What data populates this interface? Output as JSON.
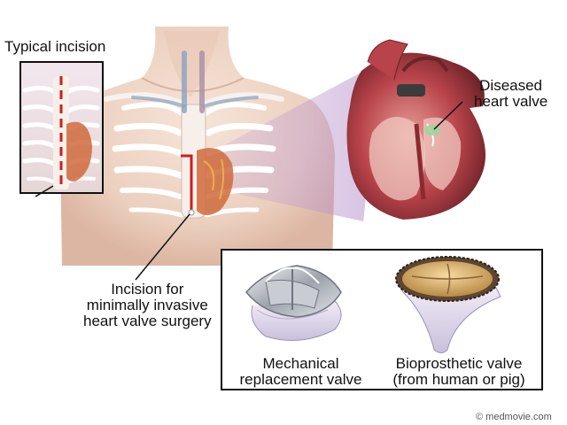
{
  "labels": {
    "typical_incision": "Typical incision",
    "diseased_line1": "Diseased",
    "diseased_line2": "heart valve",
    "incision_line1": "Incision for",
    "incision_line2": "minimally invasive",
    "incision_line3": "heart valve surgery",
    "mechanical_line1": "Mechanical",
    "mechanical_line2": "replacement valve",
    "bio_line1": "Bioprosthetic valve",
    "bio_line2": "(from human or pig)",
    "watermark": "© medmovie.com"
  },
  "colors": {
    "skin": "#efd6c6",
    "skin_shadow": "#d9b3a0",
    "rib": "#ffffff",
    "rib_shadow": "#c9b2a8",
    "incision": "#cc1f1f",
    "heart_red": "#b0323a",
    "heart_dark": "#5a1e24",
    "highlight_purple": "#d9c4e0",
    "frame": "#111111"
  },
  "icons": {
    "mechanical_valve": "mechanical-valve-icon",
    "bioprosthetic_valve": "bioprosthetic-valve-icon"
  }
}
